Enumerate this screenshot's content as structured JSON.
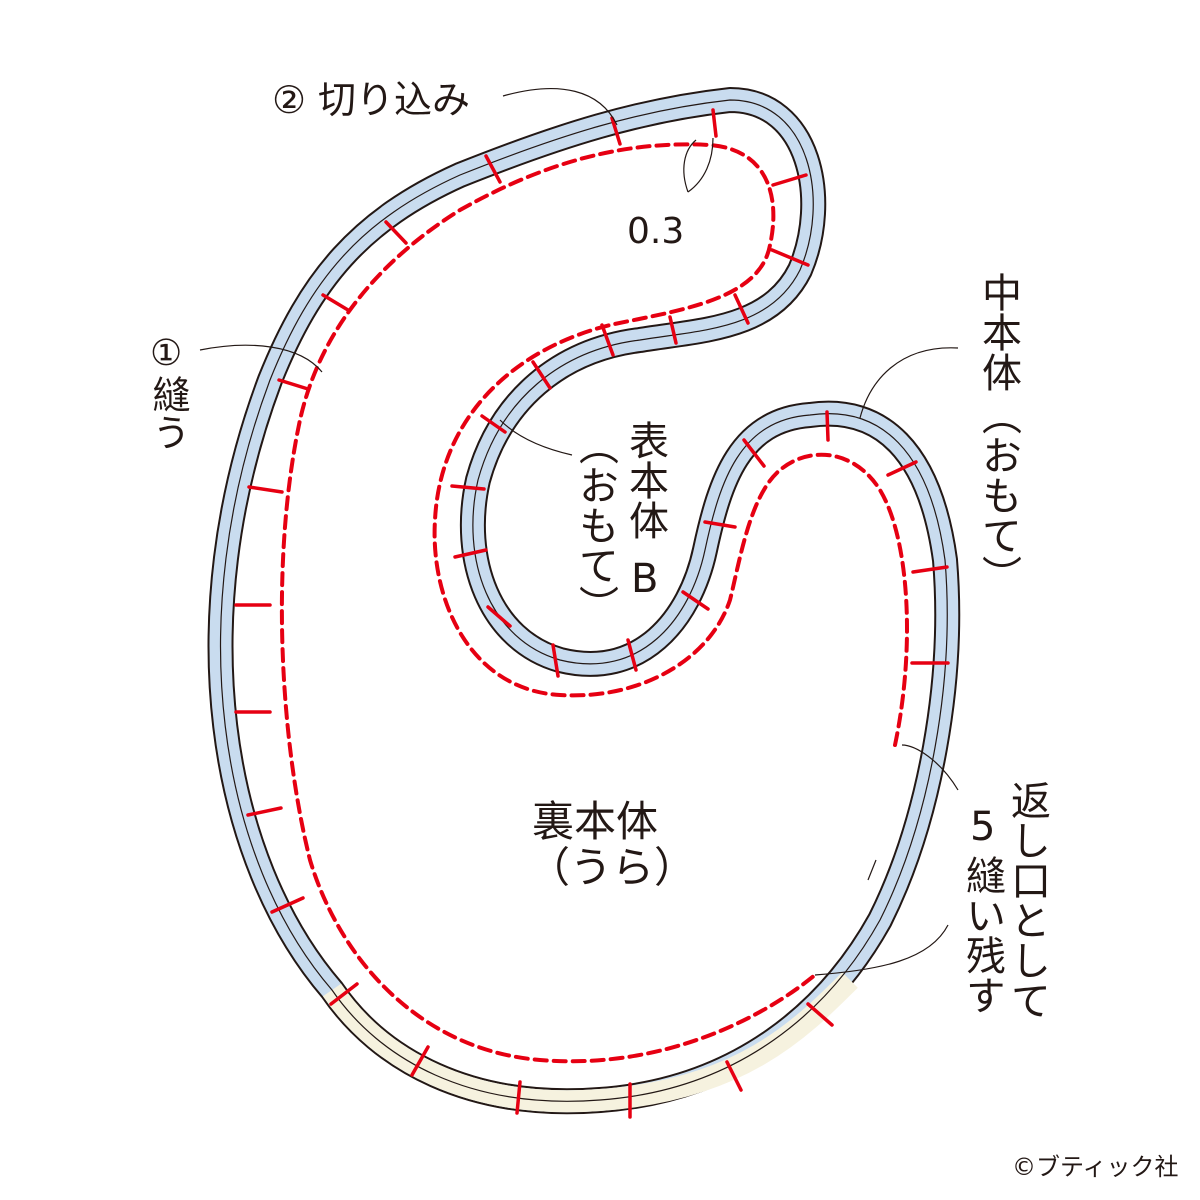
{
  "labels": {
    "step2_num": "②",
    "step2_text": "切り込み",
    "gap": "0.3",
    "step1_num": "①",
    "step1_text": "縫う",
    "middle_body_name": "中本体",
    "middle_body_side": "（おもて）",
    "front_body_name": "表本体",
    "front_body_side": "（おもて）",
    "front_body_suffix": "B",
    "back_body_name": "裏本体",
    "back_body_side": "（うら）",
    "opening_col1": "返し口として",
    "opening_col2_num": "5",
    "opening_col2_text": "縫い残す",
    "copyright": "©ブティック社"
  },
  "colors": {
    "outline": "#231815",
    "fabric_fill": "#c9dcef",
    "fabric_fill_alt": "#f6f2df",
    "stitch": "#e60012",
    "notch": "#e60012",
    "leader": "#231815"
  }
}
